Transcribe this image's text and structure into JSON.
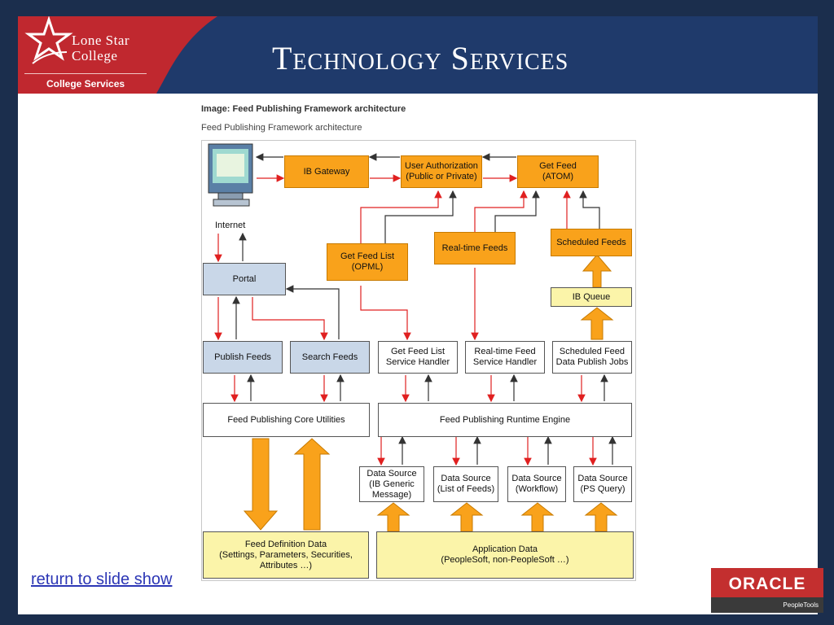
{
  "header": {
    "logo_line1": "Lone Star",
    "logo_line2": "College",
    "logo_sub": "College Services",
    "title": "Technology Services"
  },
  "captions": {
    "image_title": "Image: Feed Publishing Framework architecture",
    "subtitle": "Feed Publishing Framework architecture"
  },
  "diagram": {
    "internet": "Internet",
    "ib_gateway": "IB Gateway",
    "user_auth": "User Authorization\n(Public or Private)",
    "get_feed": "Get Feed\n(ATOM)",
    "get_feed_list": "Get Feed List\n(OPML)",
    "realtime_feeds": "Real-time Feeds",
    "scheduled_feeds": "Scheduled Feeds",
    "portal": "Portal",
    "ib_queue": "IB Queue",
    "publish_feeds": "Publish Feeds",
    "search_feeds": "Search Feeds",
    "get_feed_list_handler": "Get Feed List\nService Handler",
    "realtime_handler": "Real-time Feed\nService Handler",
    "scheduled_jobs": "Scheduled Feed\nData Publish Jobs",
    "core_utilities": "Feed Publishing Core Utilities",
    "runtime_engine": "Feed Publishing Runtime Engine",
    "ds_ib_generic": "Data Source\n(IB Generic\nMessage)",
    "ds_list": "Data Source\n(List of Feeds)",
    "ds_workflow": "Data Source\n(Workflow)",
    "ds_psquery": "Data Source\n(PS Query)",
    "feed_def_data": "Feed Definition Data\n(Settings, Parameters, Securities,\nAttributes …)",
    "app_data": "Application Data\n(PeopleSoft, non-PeopleSoft …)"
  },
  "footer": {
    "return_link": "return to slide show",
    "oracle_word": "ORACLE",
    "oracle_sub": "PeopleTools"
  },
  "colors": {
    "banner": "#1f3a6b",
    "logo_red": "#c0282f",
    "orange_box": "#f9a21b",
    "blue_box": "#c9d7e8",
    "yellow_box": "#fbf4a9",
    "arrow_red": "#e02020",
    "arrow_dark": "#333333",
    "link_blue": "#2c36b5"
  }
}
